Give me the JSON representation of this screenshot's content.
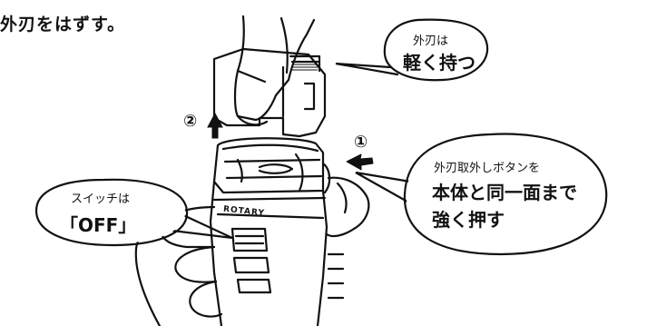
{
  "heading": "外刃をはずす。",
  "callouts": {
    "outer_blade": {
      "line1": "外刃は",
      "line2": "軽く持つ"
    },
    "release_button": {
      "line1": "外刃取外しボタンを",
      "line2": "本体と同一面まで",
      "line3": "強く押す"
    },
    "switch": {
      "line1": "スイッチは",
      "line2": "「OFF」"
    }
  },
  "steps": {
    "one": "①",
    "two": "②"
  },
  "brand_mark": "ROTARY",
  "colors": {
    "line": "#111111",
    "background": "#ffffff"
  }
}
